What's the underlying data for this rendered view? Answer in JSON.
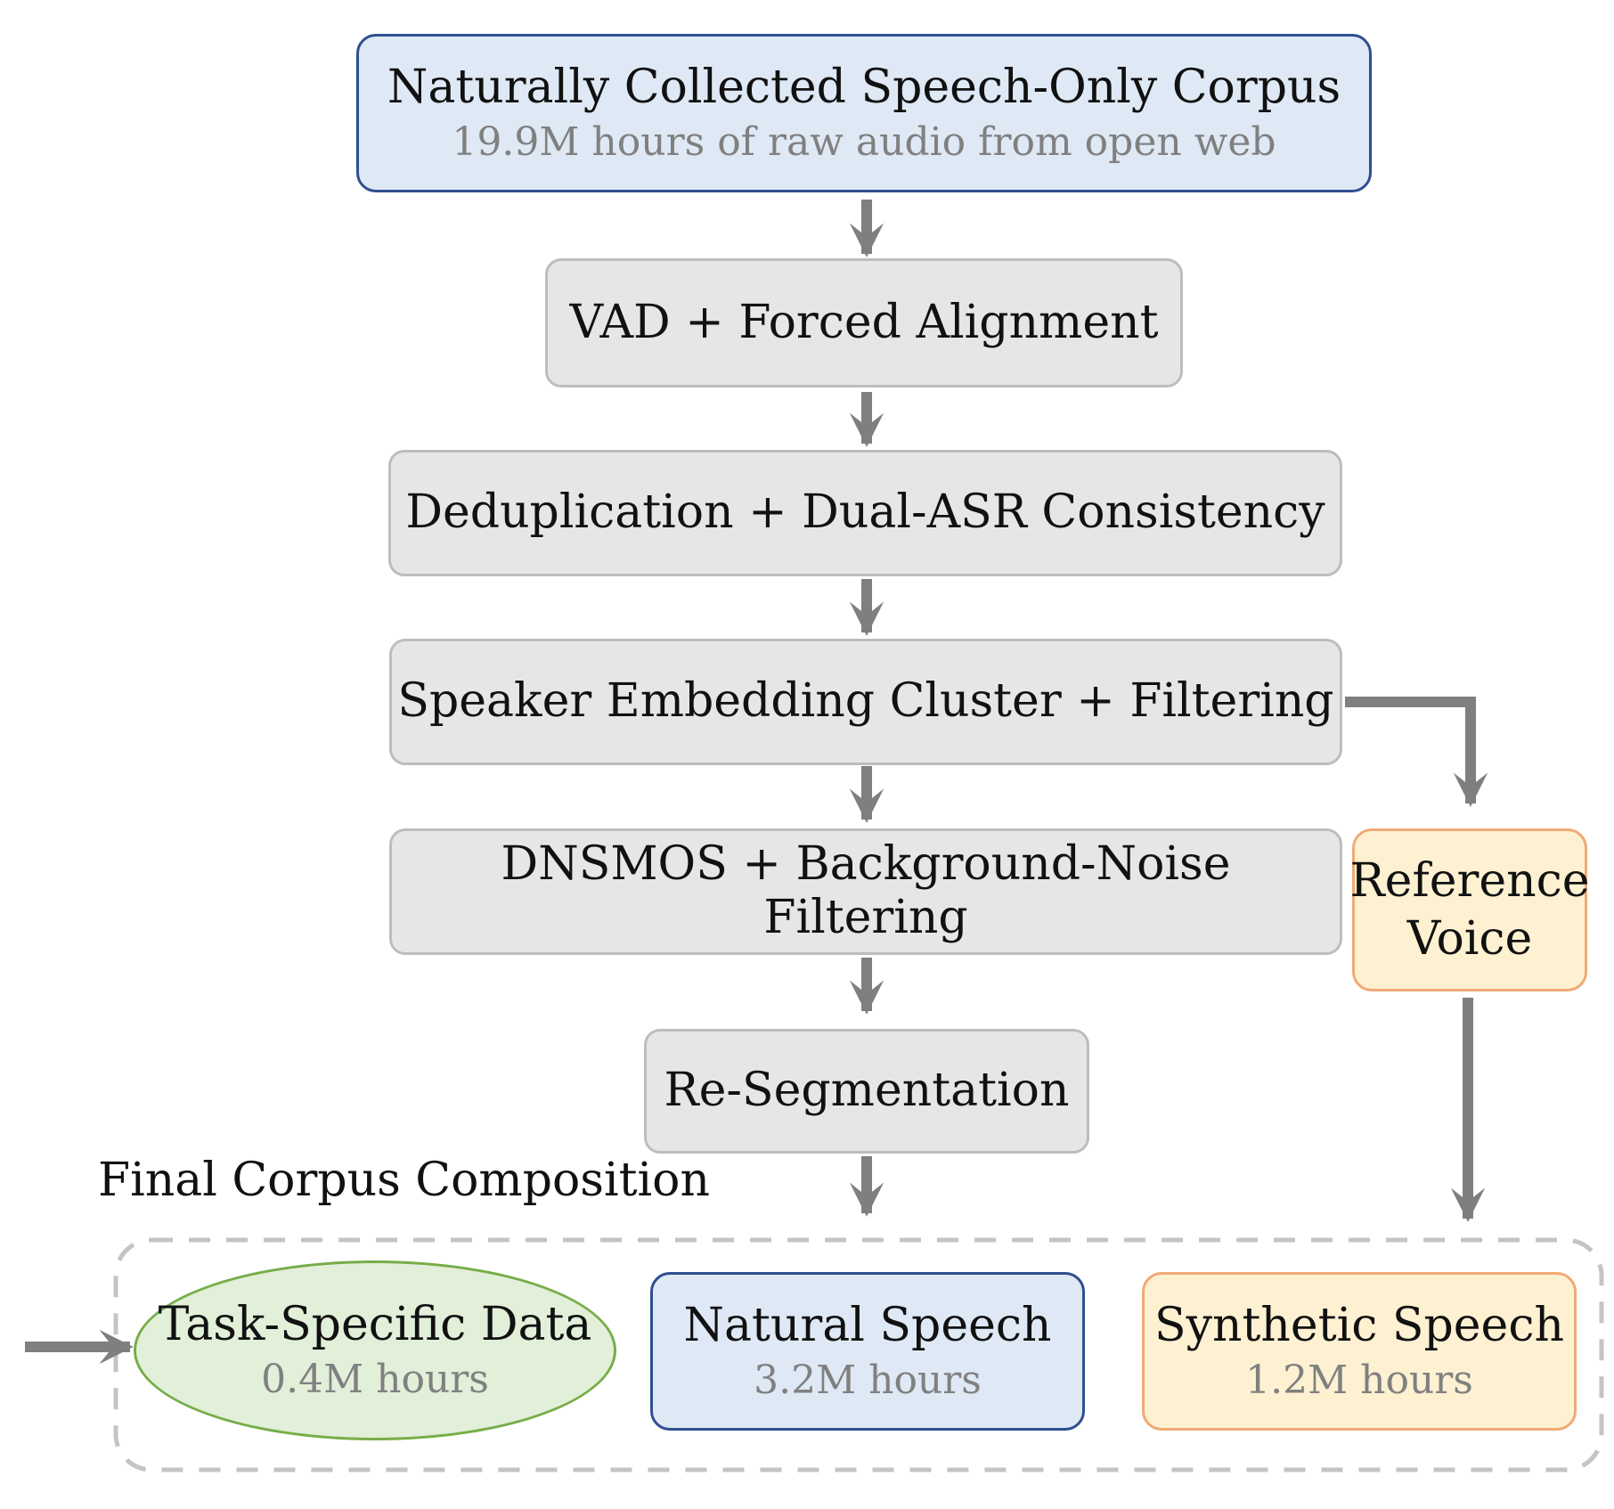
{
  "nodes": {
    "source": {
      "title": "Naturally Collected Speech-Only Corpus",
      "subtitle": "19.9M hours of raw audio from open web"
    },
    "vad": {
      "label": "VAD + Forced Alignment"
    },
    "dedup": {
      "label": "Deduplication + Dual-ASR Consistency"
    },
    "speaker": {
      "label": "Speaker Embedding Cluster + Filtering"
    },
    "dnsmos": {
      "label": "DNSMOS + Background-Noise Filtering"
    },
    "reseg": {
      "label": "Re-Segmentation"
    },
    "reference_voice": {
      "label": "Reference Voice"
    }
  },
  "composition": {
    "heading": "Final Corpus Composition",
    "task_specific": {
      "title": "Task-Specific Data",
      "hours": "0.4M hours"
    },
    "natural": {
      "title": "Natural Speech",
      "hours": "3.2M hours"
    },
    "synthetic": {
      "title": "Synthetic Speech",
      "hours": "1.2M hours"
    }
  },
  "colors": {
    "arrow": "#7f7f7f",
    "step_fill": "#e6e6e6",
    "step_border": "#bdbdbd",
    "blue_fill": "#dfe9f5",
    "blue_border": "#2f4f8f",
    "orange_fill": "#fdf1d2",
    "orange_border": "#f0aa76",
    "green_fill": "#e2efd9",
    "green_border": "#76ad48",
    "subtext": "#808080"
  }
}
